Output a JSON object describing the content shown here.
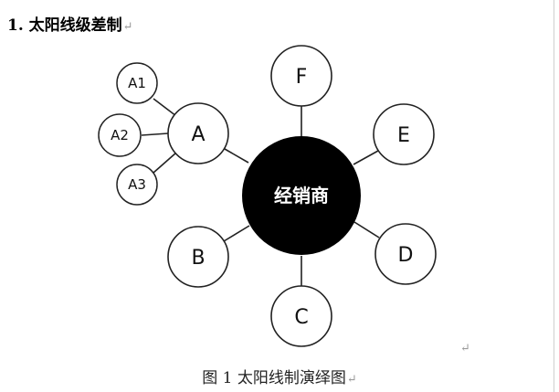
{
  "heading": {
    "text": "1. 太阳线级差制",
    "mark": "↵"
  },
  "diagram": {
    "center": {
      "label": "经销商"
    },
    "nodes": [
      {
        "id": "A",
        "label": "A"
      },
      {
        "id": "B",
        "label": "B"
      },
      {
        "id": "C",
        "label": "C"
      },
      {
        "id": "D",
        "label": "D"
      },
      {
        "id": "E",
        "label": "E"
      },
      {
        "id": "F",
        "label": "F"
      }
    ],
    "sub_nodes": [
      {
        "id": "A1",
        "label": "A1"
      },
      {
        "id": "A2",
        "label": "A2"
      },
      {
        "id": "A3",
        "label": "A3"
      }
    ],
    "colors": {
      "center_fill": "#000000",
      "center_text": "#ffffff",
      "stroke": "#222222",
      "node_fill": "#ffffff"
    }
  },
  "stray_mark": "↵",
  "caption": {
    "text": "图 1  太阳线制演绎图",
    "mark": "↵"
  }
}
